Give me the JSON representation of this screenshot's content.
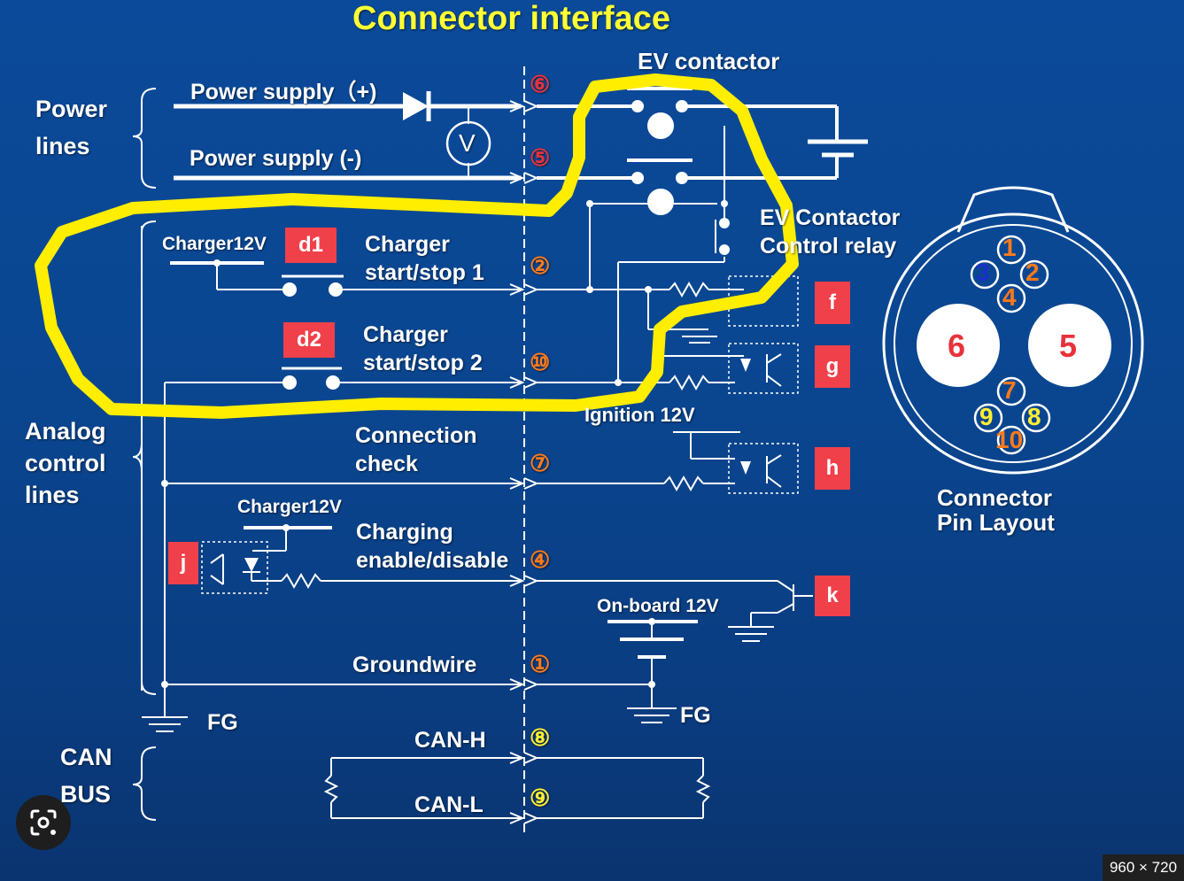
{
  "title": "Connector interface",
  "labels": {
    "ev_contactor": "EV contactor",
    "power": "Power",
    "lines": "lines",
    "power_supply_pos": "Power supply（+)",
    "power_supply_neg": "Power supply (-)",
    "voltmeter": "V",
    "ev_contactor_relay_1": "EV Contactor",
    "ev_contactor_relay_2": "Control relay",
    "charger12v_top": "Charger12V",
    "charger_start_stop_1a": "Charger",
    "charger_start_stop_1b": "start/stop 1",
    "charger_start_stop_2a": "Charger",
    "charger_start_stop_2b": "start/stop 2",
    "ignition_12v": "Ignition 12V",
    "analog_1": "Analog",
    "analog_2": "control",
    "analog_3": "lines",
    "connection_check_1": "Connection",
    "connection_check_2": "check",
    "charger12v_mid": "Charger12V",
    "charging_enable_1": "Charging",
    "charging_enable_2": "enable/disable",
    "onboard_12v": "On-board 12V",
    "ground_wire": "Groundwire",
    "fg_left": "FG",
    "fg_right": "FG",
    "can_1": "CAN",
    "can_2": "BUS",
    "can_h": "CAN-H",
    "can_l": "CAN-L",
    "connector_pin_layout_1": "Connector",
    "connector_pin_layout_2": "Pin Layout",
    "image_size": "960 × 720"
  },
  "pin_markers": {
    "p6": "⑥",
    "p5": "⑤",
    "p2": "②",
    "p10": "⑩",
    "p7": "⑦",
    "p4": "④",
    "p1": "①",
    "p8": "⑧",
    "p9": "⑨"
  },
  "boxes": {
    "d1": "d1",
    "d2": "d2",
    "f": "f",
    "g": "g",
    "h": "h",
    "j": "j",
    "k": "k"
  },
  "pins": {
    "p1": "1",
    "p2": "2",
    "p3": "3",
    "p4": "4",
    "p5": "5",
    "p6": "6",
    "p7": "7",
    "p8": "8",
    "p9": "9",
    "p10": "10"
  },
  "colors": {
    "background": "#0a4690",
    "title": "#ffff33",
    "highlight": "#ffee00",
    "box": "#f0404a",
    "marker_red": "#e8323a",
    "marker_orange": "#ff7a1a",
    "marker_yellow": "#ffee33"
  }
}
